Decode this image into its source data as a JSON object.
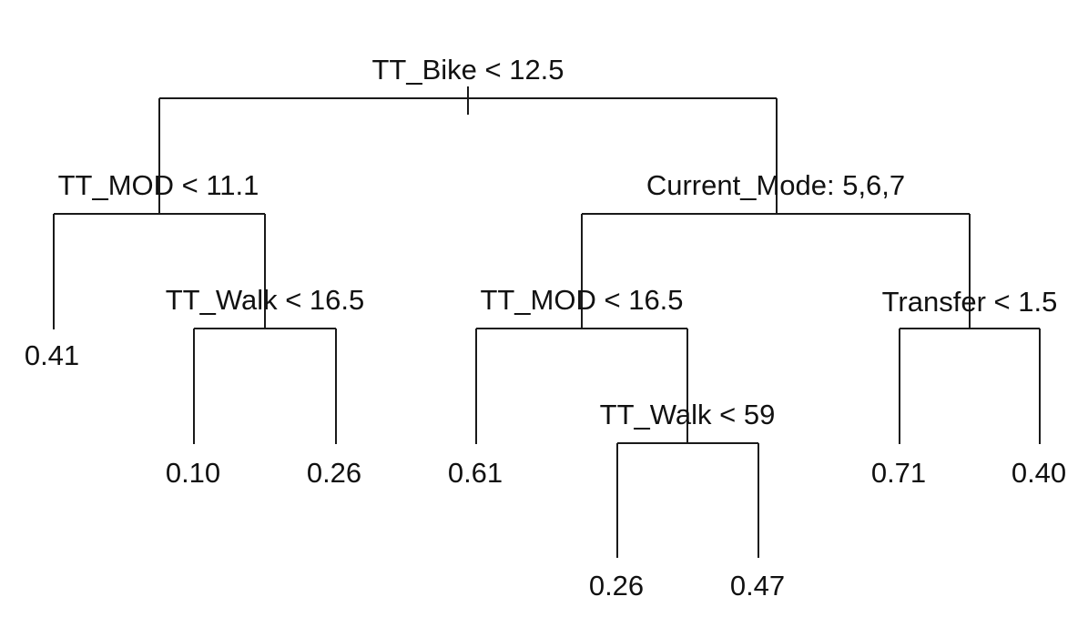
{
  "tree": {
    "splits": [
      {
        "id": "root",
        "label": "TT_Bike < 12.5"
      },
      {
        "id": "left",
        "label": "TT_MOD < 11.1"
      },
      {
        "id": "left-right",
        "label": "TT_Walk < 16.5"
      },
      {
        "id": "right",
        "label": "Current_Mode: 5,6,7"
      },
      {
        "id": "right-left",
        "label": "TT_MOD < 16.5"
      },
      {
        "id": "right-left-right",
        "label": "TT_Walk < 59"
      },
      {
        "id": "right-right",
        "label": "Transfer < 1.5"
      }
    ],
    "leaves": [
      {
        "id": "leaf-1",
        "value": "0.41"
      },
      {
        "id": "leaf-2",
        "value": "0.10"
      },
      {
        "id": "leaf-3",
        "value": "0.26"
      },
      {
        "id": "leaf-4",
        "value": "0.61"
      },
      {
        "id": "leaf-5",
        "value": "0.26"
      },
      {
        "id": "leaf-6",
        "value": "0.47"
      },
      {
        "id": "leaf-7",
        "value": "0.71"
      },
      {
        "id": "leaf-8",
        "value": "0.40"
      }
    ]
  }
}
